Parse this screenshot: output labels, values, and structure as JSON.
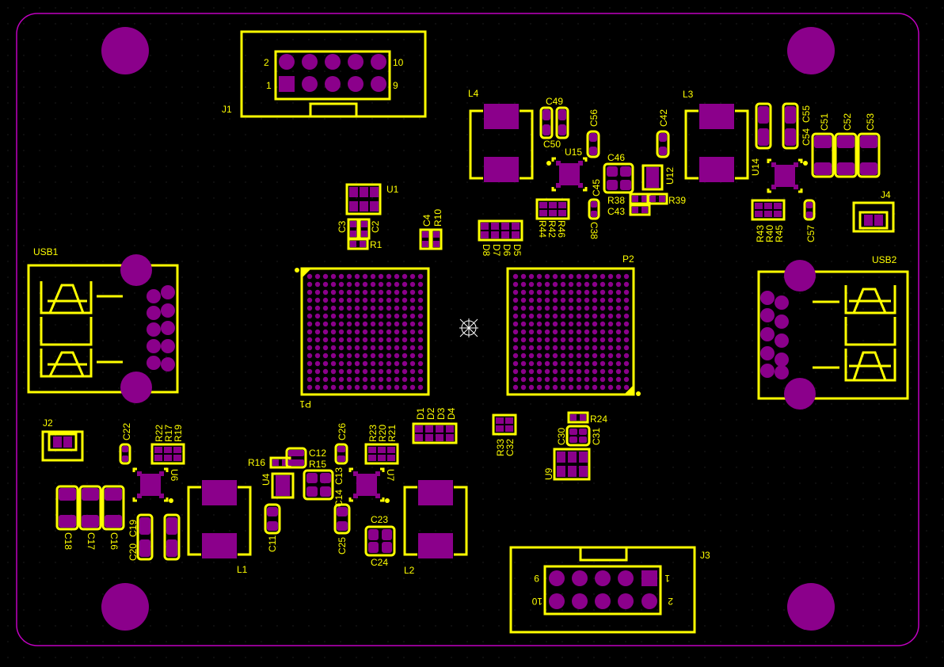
{
  "colors": {
    "background": "#000000",
    "silkscreen": "#ffff00",
    "copper": "#8b008b",
    "board_edge": "#c000c0",
    "grid": "#3a3a3a"
  },
  "designators": {
    "j1": "J1",
    "j2": "J2",
    "j3": "J3",
    "j4": "J4",
    "usb1": "USB1",
    "usb2": "USB2",
    "p1": "P1",
    "p2": "P2",
    "u1": "U1",
    "u4": "U4",
    "u6": "U6",
    "u7": "U7",
    "u9": "U9",
    "u12": "U12",
    "u14": "U14",
    "u15": "U15",
    "l1": "L1",
    "l2": "L2",
    "l3": "L3",
    "l4": "L4",
    "r1": "R1",
    "r10": "R10",
    "r15": "R15",
    "r16": "R16",
    "r17": "R17",
    "r19": "R19",
    "r20": "R20",
    "r21": "R21",
    "r22": "R22",
    "r23": "R23",
    "r24": "R24",
    "r33": "R33",
    "r38": "R38",
    "r39": "R39",
    "r40": "R40",
    "r42": "R42",
    "r43": "R43",
    "r44": "R44",
    "r45": "R45",
    "r46": "R46",
    "c2": "C2",
    "c3": "C3",
    "c4": "C4",
    "c11": "C11",
    "c12": "C12",
    "c13": "C13",
    "c14": "C14",
    "c16": "C16",
    "c17": "C17",
    "c18": "C18",
    "c19": "C19",
    "c20": "C20",
    "c22": "C22",
    "c23": "C23",
    "c24": "C24",
    "c25": "C25",
    "c26": "C26",
    "c30": "C30",
    "c31": "C31",
    "c32": "C32",
    "c38": "C38",
    "c42": "C42",
    "c43": "C43",
    "c45": "C45",
    "c46": "C46",
    "c49": "C49",
    "c50": "C50",
    "c51": "C51",
    "c52": "C52",
    "c53": "C53",
    "c54": "C54",
    "c55": "C55",
    "c56": "C56",
    "c57": "C57",
    "d1": "D1",
    "d2": "D2",
    "d3": "D3",
    "d4": "D4",
    "d5": "D5",
    "d6": "D6",
    "d7": "D7",
    "d8": "D8"
  },
  "pin_labels": {
    "j1_pin2": "2",
    "j1_pin1": "1",
    "j1_pin10": "10",
    "j1_pin9": "9",
    "j3_pin9": "9",
    "j3_pin10": "10",
    "j3_pin1": "1",
    "j3_pin2": "2"
  }
}
